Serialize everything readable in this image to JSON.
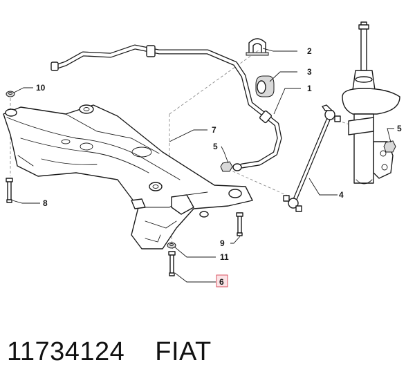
{
  "footer": {
    "part_number": "11734124",
    "brand": "FIAT"
  },
  "callouts": [
    {
      "id": "1",
      "label": "1",
      "highlighted": false
    },
    {
      "id": "2",
      "label": "2",
      "highlighted": false
    },
    {
      "id": "3",
      "label": "3",
      "highlighted": false
    },
    {
      "id": "4",
      "label": "4",
      "highlighted": false
    },
    {
      "id": "5a",
      "label": "5",
      "highlighted": false
    },
    {
      "id": "5b",
      "label": "5",
      "highlighted": false
    },
    {
      "id": "6",
      "label": "6",
      "highlighted": true
    },
    {
      "id": "7",
      "label": "7",
      "highlighted": false
    },
    {
      "id": "8",
      "label": "8",
      "highlighted": false
    },
    {
      "id": "9",
      "label": "9",
      "highlighted": false
    },
    {
      "id": "10",
      "label": "10",
      "highlighted": false
    },
    {
      "id": "11",
      "label": "11",
      "highlighted": false
    }
  ],
  "colors": {
    "highlight_fill": "#fbe3e6",
    "highlight_stroke": "#d9505f",
    "line": "#1a1a1a",
    "guide": "#8a8a8a"
  }
}
